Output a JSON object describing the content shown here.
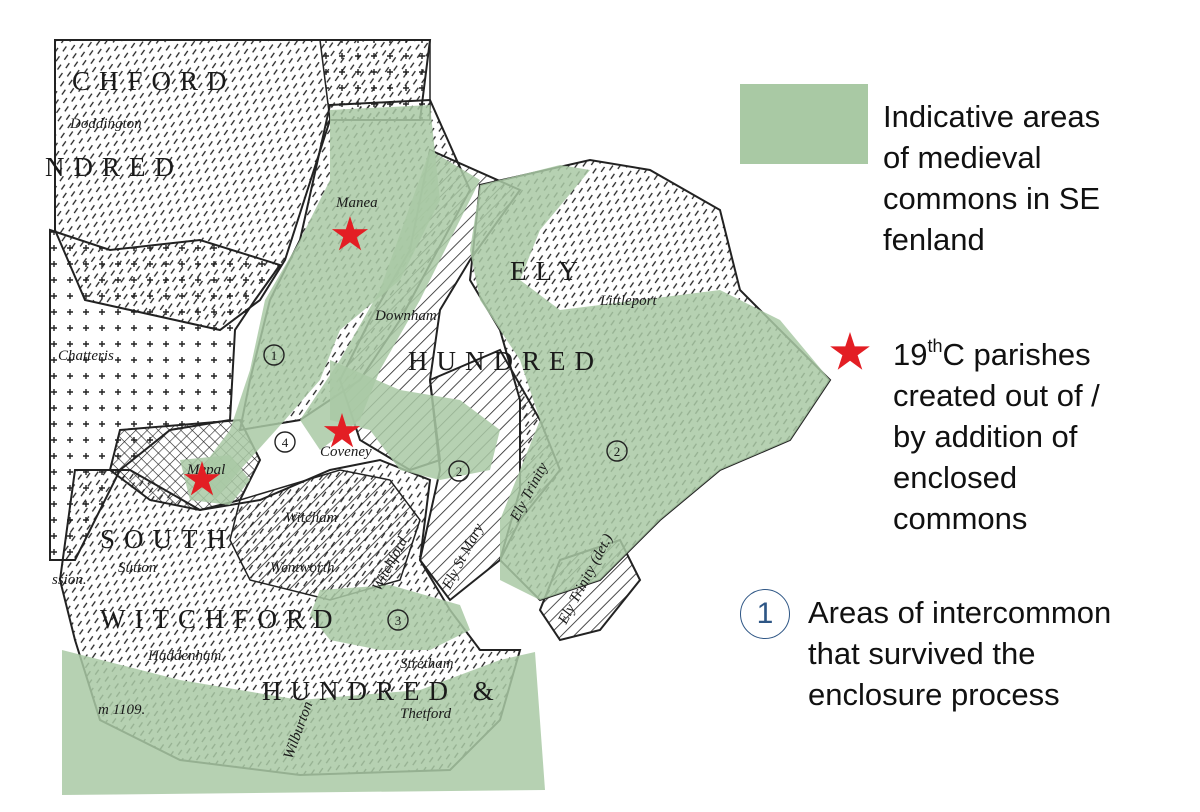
{
  "colors": {
    "commons_green": "#a9c9a4",
    "star_red": "#e31e24",
    "circle_blue": "#2e5685",
    "ink": "#1a1a1a"
  },
  "map": {
    "hundred_labels": {
      "north_witchford_top": "CHFORD",
      "north_witchford_mid": "NDRED",
      "ely": "ELY",
      "ely_hundred": "HUNDRED",
      "south": "SOUTH",
      "witchford": "WITCHFORD",
      "south_hundred": "HUNDRED &"
    },
    "parish_labels": {
      "doddington": "Doddington",
      "manea": "Manea",
      "littleport": "Littleport",
      "downham": "Downham",
      "chatteris": "Chatteris",
      "coveney": "Coveney",
      "mepal": "Mepal",
      "witcham": "Witcham",
      "sutton": "Sutton",
      "ssion": "ssion.",
      "wentworth": "Wentworth",
      "witchford": "Witchford",
      "ely_st_mary": "Ely St Mary",
      "ely_trinity": "Ely Trinity",
      "ely_trinity_det": "Ely Trinity (det.)",
      "haddenham": "Haddenham",
      "stretham": "Stretham",
      "thetford": "Thetford",
      "wilburton": "Wilburton",
      "m1109": "m 1109."
    },
    "intercommon_numbers": {
      "one": "1",
      "two_a": "2",
      "two_b": "2",
      "three": "3",
      "four": "4"
    },
    "star_parishes": [
      "Manea",
      "Coveney",
      "Mepal"
    ]
  },
  "legend": {
    "commons": {
      "lines": [
        "Indicative areas",
        "of medieval",
        "commons in SE",
        "fenland"
      ]
    },
    "parishes": {
      "line1_pre": "19",
      "line1_sup": "th",
      "line1_post": "C parishes",
      "lines": [
        "created out of /",
        "by addition of",
        "enclosed",
        "commons"
      ]
    },
    "intercommon": {
      "number": "1",
      "lines": [
        "Areas of intercommon",
        "that survived the",
        "enclosure process"
      ]
    }
  }
}
